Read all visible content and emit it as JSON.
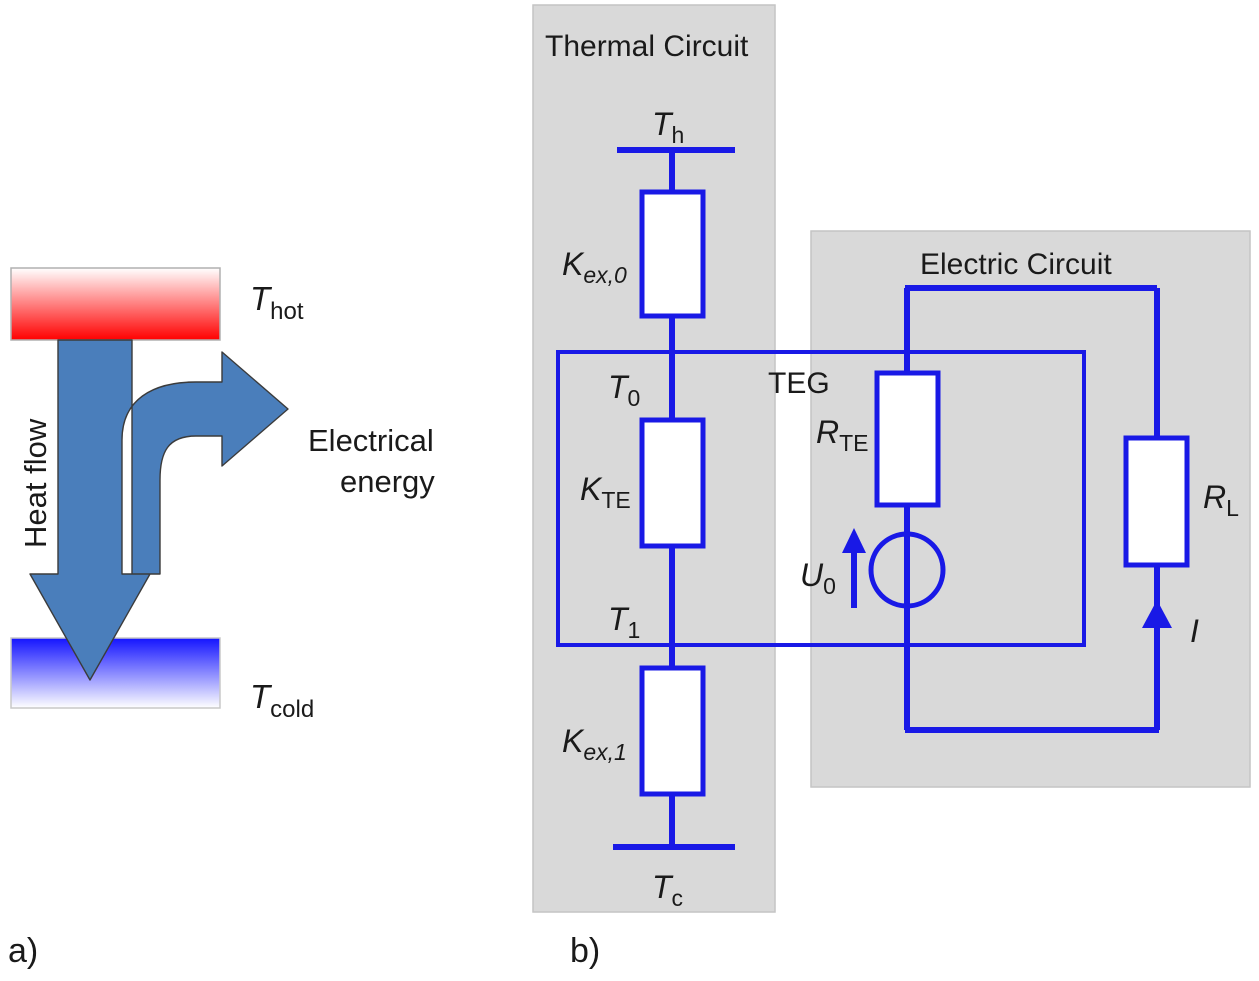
{
  "figure": {
    "panel_a_label": "a)",
    "panel_b_label": "b)"
  },
  "colors": {
    "wire_blue": "#1919e6",
    "panel_gray": "#d9d9d9",
    "panel_gray_border": "#bfbfbf",
    "arrow_blue": "#4a7ebb",
    "arrow_outline": "#3b3b3b",
    "hot_red": "#ff0000",
    "cold_blue": "#1414ff",
    "text_black": "#1a1a1a",
    "resistor_fill": "#ffffff"
  },
  "panel_a": {
    "name": "thermoelectric-concept",
    "hot_block": {
      "label_main": "T",
      "label_sub": "hot",
      "gradient_from": "#ffffff",
      "gradient_to": "#ff0000"
    },
    "cold_block": {
      "label_main": "T",
      "label_sub": "cold",
      "gradient_from": "#1414ff",
      "gradient_to": "#ffffff"
    },
    "heat_flow_label": "Heat flow",
    "electrical_energy_label_line1": "Electrical",
    "electrical_energy_label_line2": "energy"
  },
  "panel_b": {
    "name": "teg-equivalent-circuit",
    "thermal_circuit_title": "Thermal Circuit",
    "electric_circuit_title": "Electric Circuit",
    "teg_label": "TEG",
    "nodes": [
      {
        "id": "Th",
        "main": "T",
        "sub": "h"
      },
      {
        "id": "T0",
        "main": "T",
        "sub": "0"
      },
      {
        "id": "T1",
        "main": "T",
        "sub": "1"
      },
      {
        "id": "Tc",
        "main": "T",
        "sub": "c"
      }
    ],
    "components": [
      {
        "id": "Kex0",
        "main": "K",
        "sub": "ex,0",
        "sub_italic": true,
        "type": "thermal-resistor"
      },
      {
        "id": "KTE",
        "main": "K",
        "sub": "TE",
        "sub_italic": false,
        "type": "thermal-resistor"
      },
      {
        "id": "Kex1",
        "main": "K",
        "sub": "ex,1",
        "sub_italic": true,
        "type": "thermal-resistor"
      },
      {
        "id": "RTE",
        "main": "R",
        "sub": "TE",
        "sub_italic": false,
        "type": "electric-resistor"
      },
      {
        "id": "RL",
        "main": "R",
        "sub": "L",
        "sub_italic": false,
        "type": "load-resistor"
      },
      {
        "id": "U0",
        "main": "U",
        "sub": "0",
        "sub_italic": false,
        "type": "voltage-source"
      },
      {
        "id": "I",
        "main": "I",
        "sub": "",
        "sub_italic": false,
        "type": "current-arrow"
      }
    ]
  }
}
